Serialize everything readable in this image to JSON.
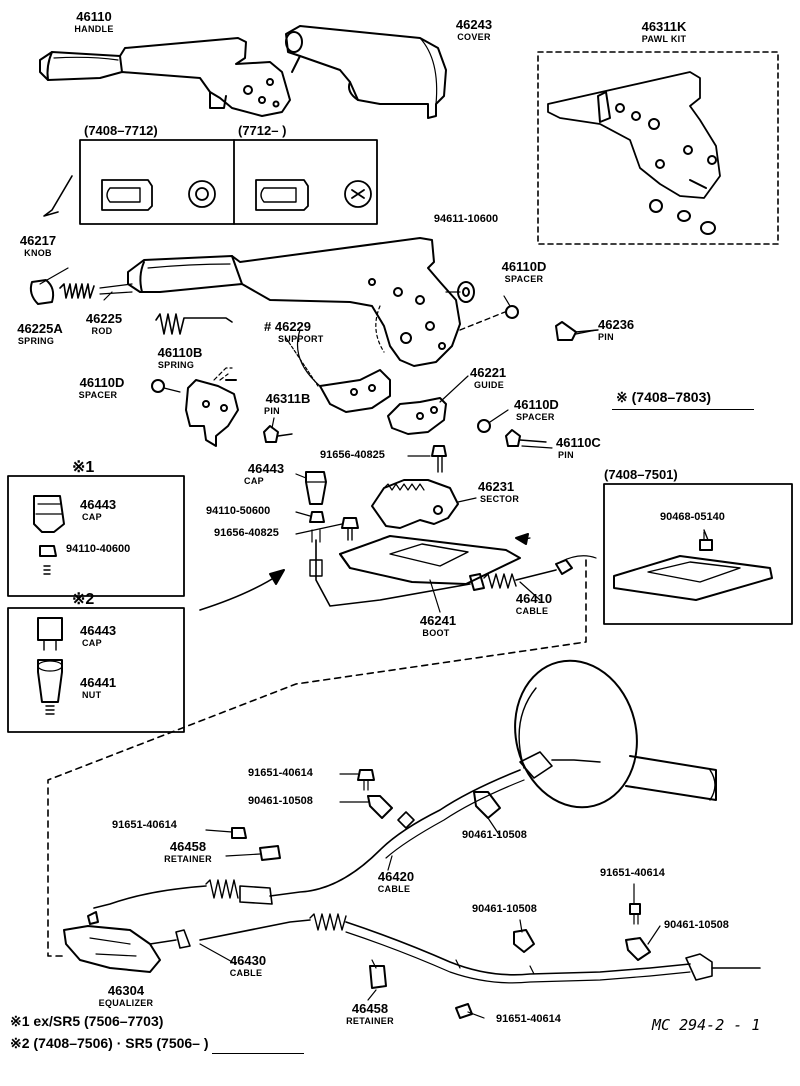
{
  "parts": {
    "p46110": {
      "no": "46110",
      "name": "HANDLE"
    },
    "p46243": {
      "no": "46243",
      "name": "COVER"
    },
    "p46311K": {
      "no": "46311K",
      "name": "PAWL KIT"
    },
    "p46217": {
      "no": "46217",
      "name": "KNOB"
    },
    "p94611": {
      "no": "94611-10600"
    },
    "p46110D_a": {
      "no": "46110D",
      "name": "SPACER"
    },
    "p46225A": {
      "no": "46225A",
      "name": "SPRING"
    },
    "p46225": {
      "no": "46225",
      "name": "ROD"
    },
    "p46229": {
      "no": "46229",
      "name": "SUPPORT",
      "mark": "#"
    },
    "p46236": {
      "no": "46236",
      "name": "PIN"
    },
    "p46110B": {
      "no": "46110B",
      "name": "SPRING"
    },
    "p46221": {
      "no": "46221",
      "name": "GUIDE"
    },
    "p46110D_b": {
      "no": "46110D",
      "name": "SPACER"
    },
    "p46311B": {
      "no": "46311B",
      "name": "PIN"
    },
    "p46110D_c": {
      "no": "46110D",
      "name": "SPACER"
    },
    "p46110C": {
      "no": "46110C",
      "name": "PIN"
    },
    "p91656_a": {
      "no": "91656-40825"
    },
    "p46443_a": {
      "no": "46443",
      "name": "CAP"
    },
    "p46231": {
      "no": "46231",
      "name": "SECTOR"
    },
    "p94110_50600": {
      "no": "94110-50600"
    },
    "p91656_b": {
      "no": "91656-40825"
    },
    "p46241": {
      "no": "46241",
      "name": "BOOT"
    },
    "p46410": {
      "no": "46410",
      "name": "CABLE"
    },
    "p90468": {
      "no": "90468-05140"
    },
    "p91651_a": {
      "no": "91651-40614"
    },
    "p90461_a": {
      "no": "90461-10508"
    },
    "p90461_b": {
      "no": "90461-10508"
    },
    "p91651_b": {
      "no": "91651-40614"
    },
    "p46458_a": {
      "no": "46458",
      "name": "RETAINER"
    },
    "p46420": {
      "no": "46420",
      "name": "CABLE"
    },
    "p91651_c": {
      "no": "91651-40614"
    },
    "p90461_c": {
      "no": "90461-10508"
    },
    "p90461_d": {
      "no": "90461-10508"
    },
    "p46430": {
      "no": "46430",
      "name": "CABLE"
    },
    "p46304": {
      "no": "46304",
      "name": "EQUALIZER"
    },
    "p46458_b": {
      "no": "46458",
      "name": "RETAINER"
    },
    "p91651_d": {
      "no": "91651-40614"
    }
  },
  "inset1": {
    "mark": "※1",
    "cap": {
      "no": "46443",
      "name": "CAP"
    },
    "nut": {
      "no": "94110-40600"
    }
  },
  "inset2": {
    "mark": "※2",
    "cap": {
      "no": "46443",
      "name": "CAP"
    },
    "nut": {
      "no": "46441",
      "name": "NUT"
    }
  },
  "period_box": {
    "left": "(7408–7712)",
    "right": "(7712–        )"
  },
  "period_7408_7803": "※ (7408–7803)",
  "period_7408_7501": "(7408–7501)",
  "footnotes": {
    "n1": "※1 ex/SR5 (7506–7703)",
    "n2": "※2 (7408–7506) · SR5 (7506–        )"
  },
  "ref_code": "MC  294-2 - 1"
}
